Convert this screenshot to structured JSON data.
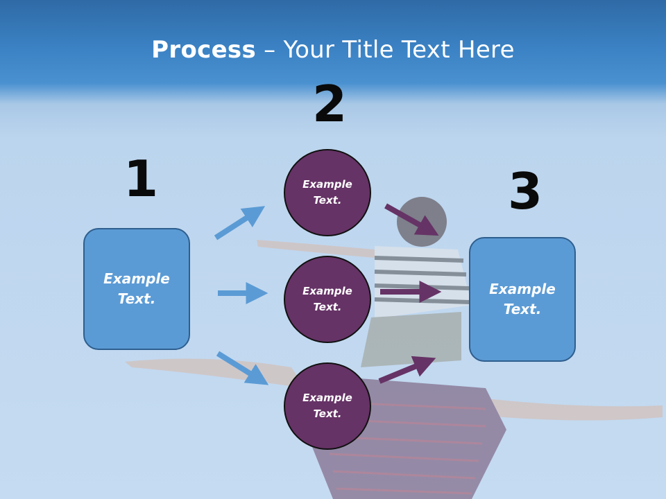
{
  "title": {
    "bold": "Process",
    "rest": " – Your Title Text Here"
  },
  "steps": {
    "one": "1",
    "two": "2",
    "three": "3"
  },
  "left_box": {
    "line1": "Example",
    "line2": "Text."
  },
  "right_box": {
    "line1": "Example",
    "line2": "Text."
  },
  "circles": [
    {
      "line1": "Example",
      "line2": "Text."
    },
    {
      "line1": "Example",
      "line2": "Text."
    },
    {
      "line1": "Example",
      "line2": "Text."
    }
  ],
  "colors": {
    "box": "#5b9bd5",
    "circle": "#663366",
    "arrow_blue": "#5b9bd5",
    "arrow_purple": "#663366"
  }
}
